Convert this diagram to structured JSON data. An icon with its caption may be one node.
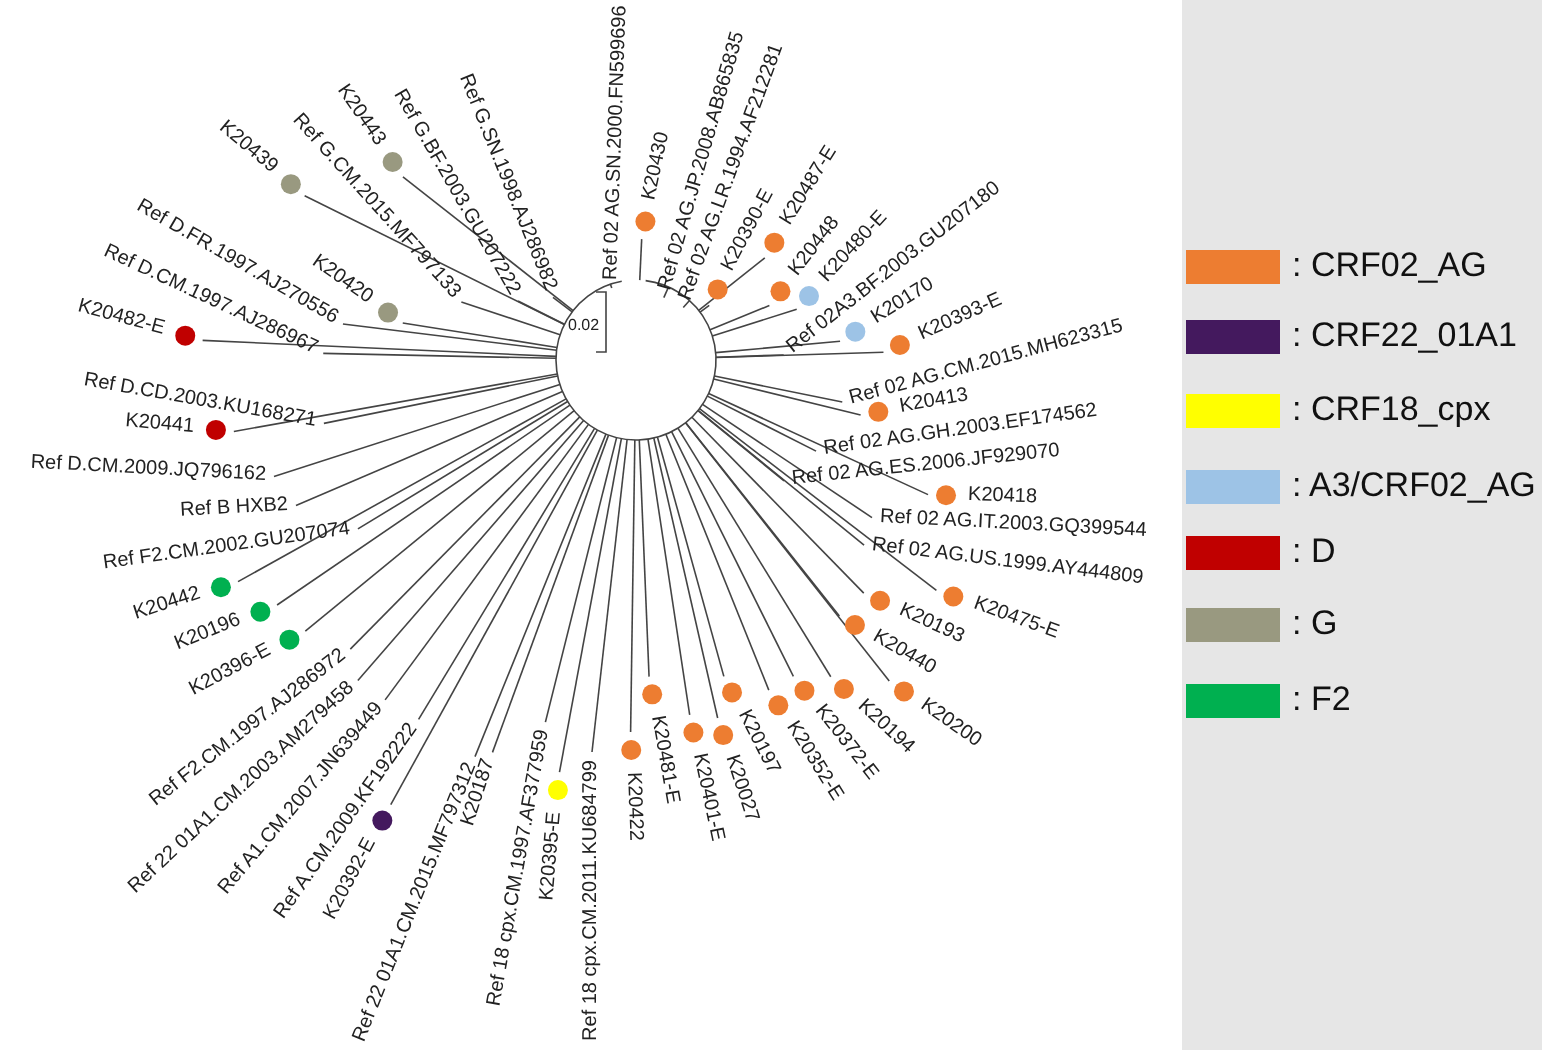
{
  "diagram": {
    "labels": [
      "Ref 02 AG.SN.2000.FN599696",
      "K20430",
      "Ref 02 AG.JP.2008.AB865835",
      "Ref 02 AG.LR.1994.AF212281",
      "K20390-E",
      "K20487-E",
      "K20448",
      "K20480-E",
      "Ref 02A3.BF.2003.GU207180",
      "K20170",
      "K20393-E",
      "Ref 02 AG.CM.2015.MH623315",
      "K20413",
      "Ref 02 AG.GH.2003.EF174562",
      "Ref 02 AG.ES.2006.JF929070",
      "K20418",
      "Ref 02 AG.IT.2003.GQ399544",
      "Ref 02 AG.US.1999.AY444809",
      "K20193",
      "K20475-E",
      "K20440",
      "K20422",
      "K20481-E",
      "K20401-E",
      "K20027",
      "K20197",
      "K20352-E",
      "K20372-E",
      "K20194",
      "K20200",
      "Ref 18 cpx.CM.2011.KU684799",
      "K20395-E",
      "Ref 18 cpx.CM.1997.AF377959",
      "K20187",
      "Ref 22 01A1.CM.2015.MF797312",
      "K20392-E",
      "Ref A.CM.2009.KF192222",
      "Ref A1.CM.2007.JN639449",
      "Ref 22 01A1.CM.2003.AM279458",
      "Ref F2.CM.1997.AJ286972",
      "K20396-E",
      "K20196",
      "K20442",
      "Ref F2.CM.2002.GU207074",
      "Ref B HXB2",
      "Ref D.CM.2009.JQ796162",
      "K20441",
      "Ref D.CD.2003.KU168271",
      "K20482-E",
      "Ref D.CM.1997.AJ286967",
      "Ref D.FR.1997.AJ270556",
      "K20420",
      "K20439",
      "Ref G.CM.2015.MF797133",
      "K20443",
      "Ref G.BF.2003.GU207222",
      "Ref G.SN.1998.AJ286982",
      "0.02"
    ],
    "legend": [
      {
        "text": ": CRF02_AG",
        "color": "#ed7d31"
      },
      {
        "text": ": CRF22_01A1",
        "color": "#44195e"
      },
      {
        "text": ": CRF18_cpx",
        "color": "#ffff00"
      },
      {
        "text": ": A3/CRF02_AG",
        "color": "#9dc3e6"
      },
      {
        "text": ": D",
        "color": "#c00000"
      },
      {
        "text": ": G",
        "color": "#999980"
      },
      {
        "text": ": F2",
        "color": "#00b050"
      }
    ]
  }
}
